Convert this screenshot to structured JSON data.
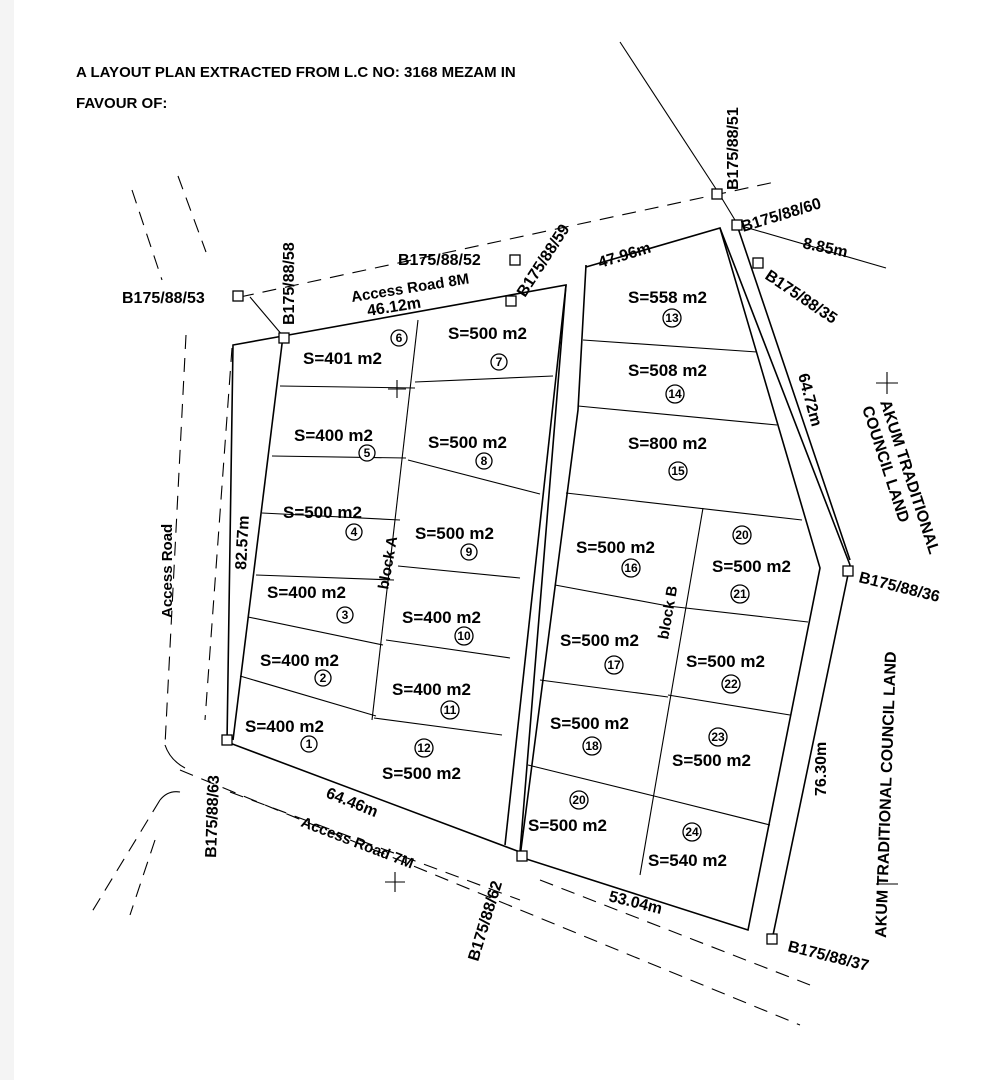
{
  "title": {
    "line1": "A LAYOUT PLAN EXTRACTED FROM L.C NO: 3168 MEZAM IN",
    "line2": "FAVOUR OF:"
  },
  "roads": {
    "access_road_8m": "Access Road 8M",
    "access_road_7m": "Access Road 7M",
    "access_road": "Access Road"
  },
  "blocks": {
    "a": "block A",
    "b": "block B"
  },
  "lands": {
    "akum_1_line1": "AKUM TRADITIONAL",
    "akum_1_line2": "COUNCIL LAND",
    "akum_2": "AKUM TRADITIONAL COUNCIL LAND"
  },
  "beacons": {
    "b51": "B175/88/51",
    "b60": "B175/88/60",
    "b35": "B175/88/35",
    "b36": "B175/88/36",
    "b37": "B175/88/37",
    "b62": "B175/88/62",
    "b63": "B175/88/63",
    "b53": "B175/88/53",
    "b58": "B175/88/58",
    "b52": "B175/88/52",
    "b59": "B175/88/59"
  },
  "dimensions": {
    "d46": "46.12m",
    "d47": "47.96m",
    "d885": "8.85m",
    "d6472": "64.72m",
    "d7630": "76.30m",
    "d5304": "53.04m",
    "d6446": "64.46m",
    "d8257": "82.57m"
  },
  "plots": [
    {
      "num": "1",
      "area": "S=400 m2"
    },
    {
      "num": "2",
      "area": "S=400 m2"
    },
    {
      "num": "3",
      "area": "S=400 m2"
    },
    {
      "num": "4",
      "area": "S=500 m2"
    },
    {
      "num": "5",
      "area": "S=400 m2"
    },
    {
      "num": "6",
      "area": "S=401 m2"
    },
    {
      "num": "7",
      "area": "S=500 m2"
    },
    {
      "num": "8",
      "area": "S=500 m2"
    },
    {
      "num": "9",
      "area": "S=500 m2"
    },
    {
      "num": "10",
      "area": "S=400 m2"
    },
    {
      "num": "11",
      "area": "S=400 m2"
    },
    {
      "num": "12",
      "area": "S=500 m2"
    },
    {
      "num": "13",
      "area": "S=558 m2"
    },
    {
      "num": "14",
      "area": "S=508 m2"
    },
    {
      "num": "15",
      "area": "S=800 m2"
    },
    {
      "num": "16",
      "area": "S=500 m2"
    },
    {
      "num": "17",
      "area": "S=500 m2"
    },
    {
      "num": "18",
      "area": "S=500 m2"
    },
    {
      "num": "20",
      "area": "S=500 m2"
    },
    {
      "num": "20",
      "area": "S=500 m2"
    },
    {
      "num": "21",
      "area": ""
    },
    {
      "num": "22",
      "area": "S=500 m2"
    },
    {
      "num": "23",
      "area": "S=500 m2"
    },
    {
      "num": "24",
      "area": "S=540 m2"
    }
  ]
}
